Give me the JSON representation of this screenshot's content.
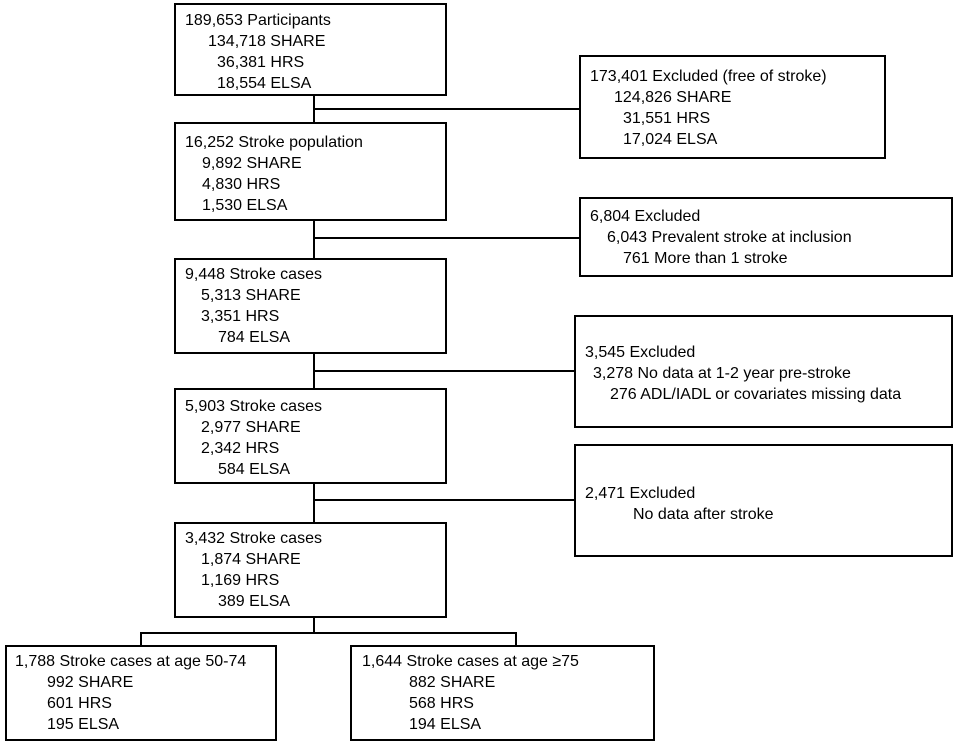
{
  "stages": [
    {
      "lines": [
        "189,653 Participants",
        "134,718 SHARE",
        "36,381 HRS",
        "18,554 ELSA"
      ]
    },
    {
      "lines": [
        "16,252 Stroke population",
        "9,892 SHARE",
        "4,830 HRS",
        "1,530 ELSA"
      ]
    },
    {
      "lines": [
        "9,448 Stroke cases",
        "5,313 SHARE",
        "3,351 HRS",
        "784 ELSA"
      ]
    },
    {
      "lines": [
        "5,903 Stroke cases",
        "2,977 SHARE",
        "2,342 HRS",
        "584 ELSA"
      ]
    },
    {
      "lines": [
        "3,432 Stroke cases",
        "1,874 SHARE",
        "1,169 HRS",
        "389 ELSA"
      ]
    }
  ],
  "exclusions": [
    {
      "lines": [
        "173,401 Excluded (free of stroke)",
        "124,826 SHARE",
        "31,551 HRS",
        "17,024 ELSA"
      ]
    },
    {
      "lines": [
        "6,804 Excluded",
        "6,043 Prevalent stroke at inclusion",
        "761 More than 1 stroke"
      ]
    },
    {
      "lines": [
        "3,545 Excluded",
        "3,278 No data at 1-2 year pre-stroke",
        "276 ADL/IADL or covariates missing data"
      ]
    },
    {
      "lines": [
        "2,471 Excluded",
        "No data after stroke"
      ]
    }
  ],
  "age_groups": [
    {
      "lines": [
        "1,788 Stroke cases at age 50-74",
        "992 SHARE",
        "601 HRS",
        "195 ELSA"
      ]
    },
    {
      "lines": [
        "1,644 Stroke cases at age ≥75",
        "882 SHARE",
        "568 HRS",
        "194 ELSA"
      ]
    }
  ]
}
